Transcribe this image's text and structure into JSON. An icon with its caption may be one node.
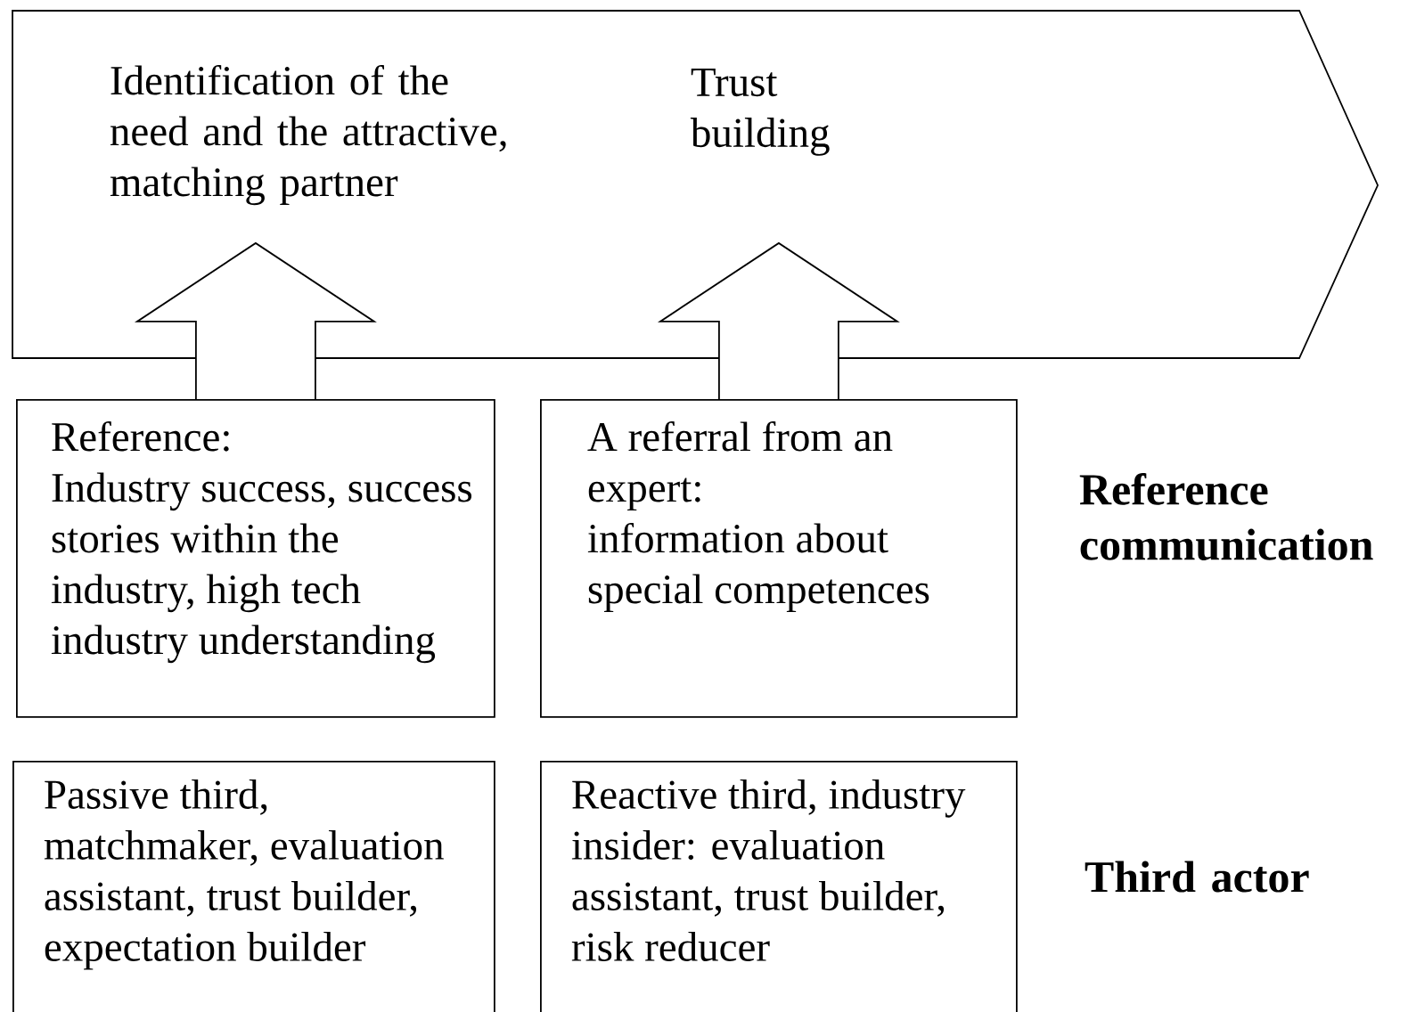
{
  "diagram": {
    "nodes": [
      {
        "text": [
          "Identification of the need and the attractive, matching partner",
          "Trust building"
        ]
      },
      {
        "text": [
          "Reference:",
          "Industry success, success stories within the industry, high tech industry understanding"
        ]
      },
      {
        "text": [
          "A referral from an expert:",
          "information about special competences"
        ]
      },
      {
        "text": [
          "Passive third, matchmaker, evaluation assistant, trust builder, expectation builder"
        ]
      },
      {
        "text": [
          "Reactive third, industry insider: evaluation assistant, trust builder, risk reducer"
        ]
      }
    ],
    "edges": [
      {
        "from": 1,
        "to": 0,
        "arrow": "to"
      },
      {
        "from": 2,
        "to": 0,
        "arrow": "to"
      }
    ],
    "labels": [
      "Reference communication",
      "Third actor"
    ]
  }
}
